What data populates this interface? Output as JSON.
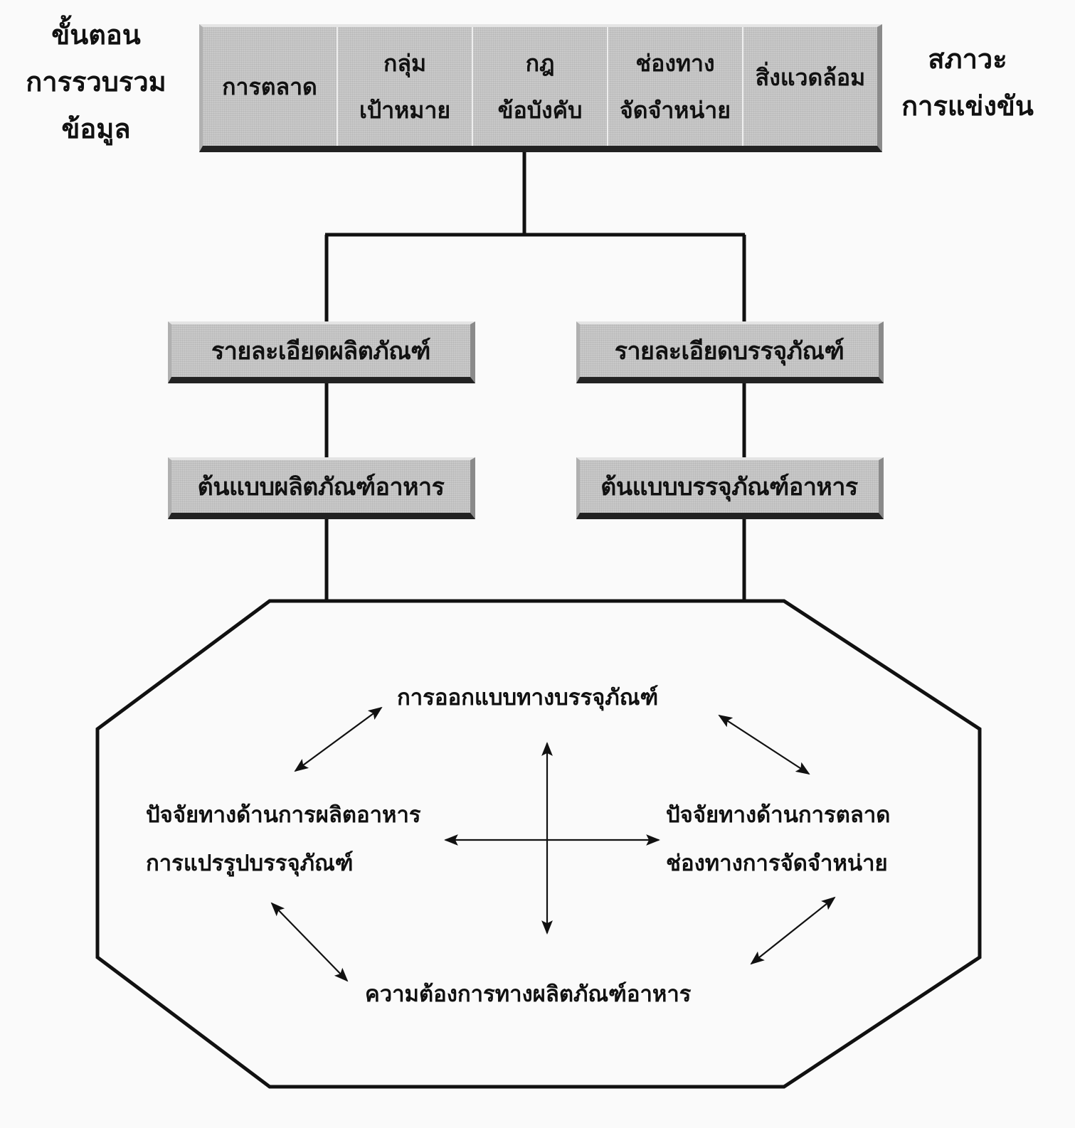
{
  "left_label": [
    "ขั้นตอน",
    "การรวบรวม",
    "ข้อมูล"
  ],
  "right_label": [
    "สภาวะ",
    "การแข่งขัน"
  ],
  "top_box": {
    "cells": [
      {
        "lines": [
          "การตลาด"
        ]
      },
      {
        "lines": [
          "กลุ่ม",
          "เป้าหมาย"
        ]
      },
      {
        "lines": [
          "กฎ",
          "ข้อบังคับ"
        ]
      },
      {
        "lines": [
          "ช่องทาง",
          "จัดจำหน่าย"
        ]
      },
      {
        "lines": [
          "สิ่งแวดล้อม"
        ]
      }
    ]
  },
  "left_branch": {
    "detail": "รายละเอียดผลิตภัณฑ์",
    "prototype": "ต้นแบบผลิตภัณฑ์อาหาร"
  },
  "right_branch": {
    "detail": "รายละเอียดบรรจุภัณฑ์",
    "prototype": "ต้นแบบบรรจุภัณฑ์อาหาร"
  },
  "octagon": {
    "top": "การออกแบบทางบรรจุภัณฑ์",
    "left": [
      "ปัจจัยทางด้านการผลิตอาหาร",
      "การแปรรูปบรรจุภัณฑ์"
    ],
    "right": [
      "ปัจจัยทางด้านการตลาด",
      "ช่องทางการจัดจำหน่าย"
    ],
    "bottom": "ความต้องการทางผลิตภัณฑ์อาหาร"
  }
}
